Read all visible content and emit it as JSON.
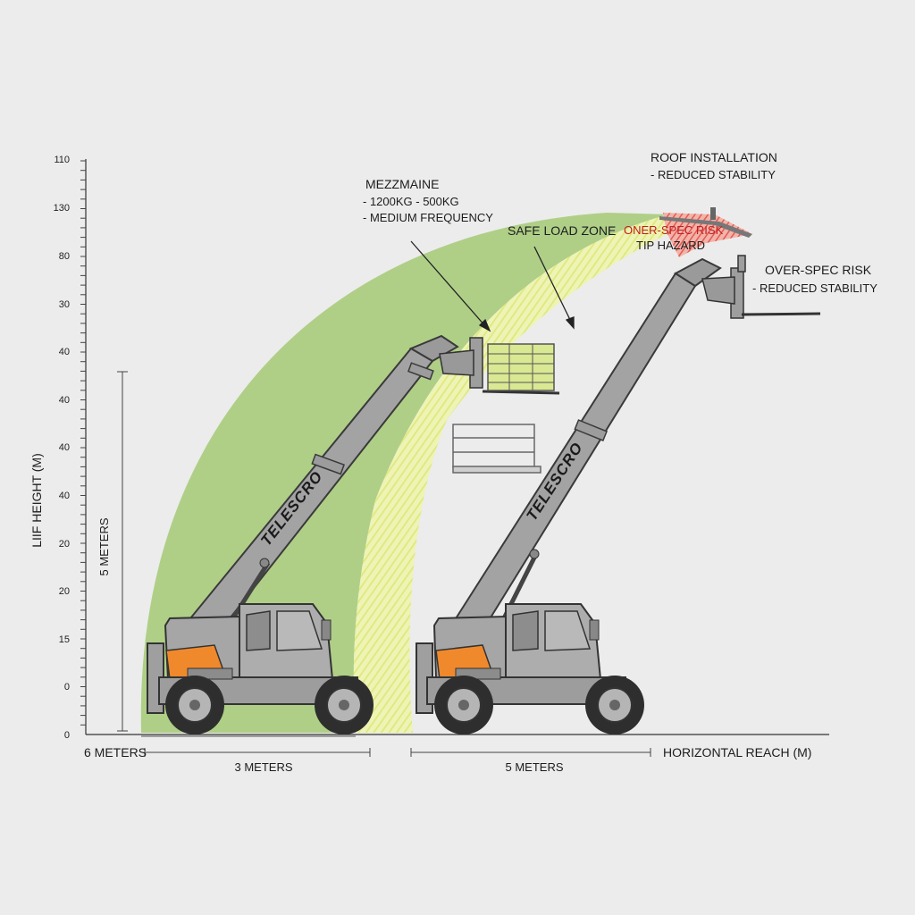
{
  "axes": {
    "y_label": "LIIF HEIGHT (M)",
    "y_ticks": [
      "110",
      "130",
      "80",
      "30",
      "40",
      "40",
      "40",
      "40",
      "20",
      "20",
      "15",
      "0",
      "0"
    ],
    "x_label": "HORIZONTAL REACH (M)",
    "x_left_label": "6 METERS"
  },
  "dimensions": {
    "vertical": "5 METERS",
    "span_1": "3 METERS",
    "span_2": "5 METERS"
  },
  "annotations": {
    "mezzanine": {
      "title": "MEZZMAINE",
      "line1": "- 1200KG - 500KG",
      "line2": "- MEDIUM FREQUENCY"
    },
    "safe_zone": {
      "title": "SAFE LOAD ZONE"
    },
    "roof": {
      "title": "ROOF INSTALLATION",
      "line1": "- REDUCED STABILITY"
    },
    "tip_hazard": {
      "line1": "ONER-SPEC RISK",
      "line2": "TIP HAZARD"
    },
    "over_spec": {
      "title": "OVER-SPEC RISK",
      "line1": "- REDUCED STABILITY"
    }
  },
  "machines": {
    "left_brand": "TELESCRO",
    "right_brand": "TELESCRO"
  },
  "colors": {
    "safe_zone": "#a9cc7e",
    "caution_zone": "#e2ee8c",
    "hazard_zone": "#e56a6a",
    "accent_orange": "#f0892c",
    "body_gray": "#a6a6a6"
  }
}
